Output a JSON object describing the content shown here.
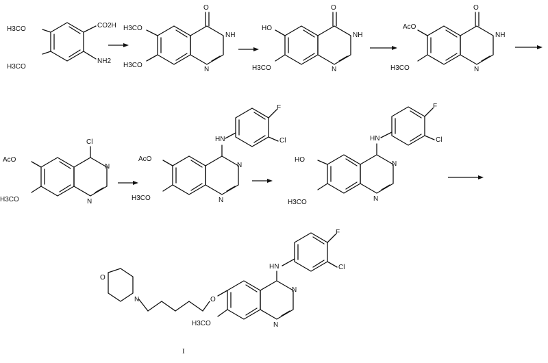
{
  "scheme": {
    "compound_label": "I",
    "molecules": [
      {
        "name": "4,5-dimethoxyanthranilic acid",
        "labels": {
          "sub_top": "H3CO",
          "sub_bottom": "H3CO",
          "acid": "CO2H",
          "amine": "NH2"
        }
      },
      {
        "name": "6,7-dimethoxyquinazolinone",
        "labels": {
          "sub_top": "H3CO",
          "sub_bottom": "H3CO",
          "carbonyl": "O",
          "nh": "NH",
          "n": "N"
        }
      },
      {
        "name": "6-hydroxy-7-methoxyquinazolinone",
        "labels": {
          "sub_top": "HO",
          "sub_bottom": "H3CO",
          "carbonyl": "O",
          "nh": "NH",
          "n": "N"
        }
      },
      {
        "name": "6-acetoxy-7-methoxyquinazolinone",
        "labels": {
          "sub_top": "AcO",
          "sub_bottom": "H3CO",
          "carbonyl": "O",
          "nh": "NH",
          "n": "N"
        }
      },
      {
        "name": "4-chloro-6-acetoxy-7-methoxyquinazoline",
        "labels": {
          "sub_top": "AcO",
          "sub_bottom": "H3CO",
          "cl": "Cl",
          "n3": "N",
          "n1": "N"
        }
      },
      {
        "name": "acetoxy anilinoquinazoline",
        "labels": {
          "sub_top": "AcO",
          "sub_bottom": "H3CO",
          "hn": "HN",
          "f": "F",
          "cl": "Cl",
          "n3": "N",
          "n1": "N"
        }
      },
      {
        "name": "hydroxy anilinoquinazoline",
        "labels": {
          "sub_top": "HO",
          "sub_bottom": "H3CO",
          "hn": "HN",
          "f": "F",
          "cl": "Cl",
          "n3": "N",
          "n1": "N"
        }
      },
      {
        "name": "gefitinib",
        "labels": {
          "o_ring": "O",
          "n_ring": "N",
          "o_ether": "O",
          "sub_bottom": "H3CO",
          "hn": "HN",
          "f": "F",
          "cl": "Cl",
          "n3": "N",
          "n1": "N"
        }
      }
    ]
  }
}
